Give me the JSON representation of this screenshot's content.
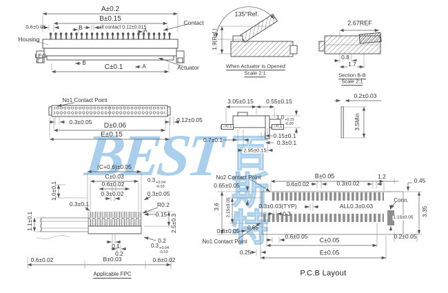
{
  "watermark": {
    "latin": "BEST",
    "cjk": "百斯特"
  },
  "front": {
    "dim_a": "A±0.2",
    "dim_b": "B±0.15",
    "dim_pitch": "0.6±0.05",
    "note_all_contact": "all contact 0.12±0.015",
    "section_b": "B",
    "section_a": "A",
    "dim_c": "C±0.1",
    "contact": "Contact",
    "housing": "Housing",
    "leg": "LEG",
    "actuator": "Actuator"
  },
  "bottom": {
    "no1": "No1 Contact Point",
    "dim_03": "0.3±0.05",
    "dim_012": "0.12±0.05",
    "dim_d": "D±0.06",
    "dim_e": "E±0.15"
  },
  "opened": {
    "angle": "135°Ref.",
    "height": "1.9(Ref.)",
    "caption": "When Actuator Is Opened",
    "scale": "Scale 2:1"
  },
  "section_bb": {
    "dim_267": "2.67REF",
    "dim_08": "0.8",
    "dim_17": "1.7",
    "caption": "Section B-B",
    "scale": "Scale 2:1"
  },
  "side": {
    "dim_305": "3.05±0.15",
    "dim_055": "0.55±0.15",
    "dim_10": "1.0",
    "dim_10_up": "+0.15",
    "dim_10_dn": "-0.00",
    "gdt": "▱0.1",
    "dim_07": "0.7±0.1",
    "dim_015": "0.15±0.1",
    "dim_03": "0.3±0.1",
    "dim_295": "2.95±0.15"
  },
  "pin": {
    "dim_02": "0.2±0.03",
    "dim_35": "3.5Min"
  },
  "fpc": {
    "dim_c06": "(C+0.6)±0.05",
    "dim_c": "C±0.03",
    "dim_06_top": "0.6±0.02",
    "tol_03": "0.3",
    "tol_up": "+0.04",
    "tol_dn": "-0.03",
    "dim_0302": "0.3±0.02",
    "dim_0305": "0.3±0.05",
    "dim_10": "1.0±0.1",
    "dim_031": "0.3±0.1",
    "r02": "R0.2",
    "dim_11": "1.1±0.1",
    "dim_015": "0.15",
    "dim_25": "2.5±0.3",
    "dim_01": "0.1",
    "dim_02_right": "0.2",
    "dim_02_bottom": "0.2",
    "dim_06_bl": "0.6±0.02",
    "dim_b": "B±0.03",
    "dim_06_br": "0.6±0.02",
    "caption": "Applicable FPC"
  },
  "pcb": {
    "no2": "No2 Contact Point",
    "dim_b": "B±0.05",
    "dim_12": "1.2",
    "dim_045": "0.45",
    "dim_065": "0.65±0.05",
    "dim_06": "0.6±0.02",
    "dim_0302": "0.3±0.02",
    "dim_36": "3.6",
    "dim_215": "2.15±0.05",
    "dim_03typ": "0.3±0.03(TYP)",
    "dim_03": "0.3",
    "dim_all": "ALL0.3±0.03",
    "conn": "Conn.",
    "dim_335": "3.35",
    "dim_115": "1.15±0.05",
    "dim_08": "0.8±0.05",
    "dim_065s": "0.65",
    "no1": "No1 Contact Point",
    "dim_0605": "0.6±0.05",
    "dim_0205": "0.2±0.05",
    "dim_c": "C±0.05",
    "dim_025": "0.25",
    "dim_e": "E±0.05",
    "caption": "P.C.B Layout"
  }
}
